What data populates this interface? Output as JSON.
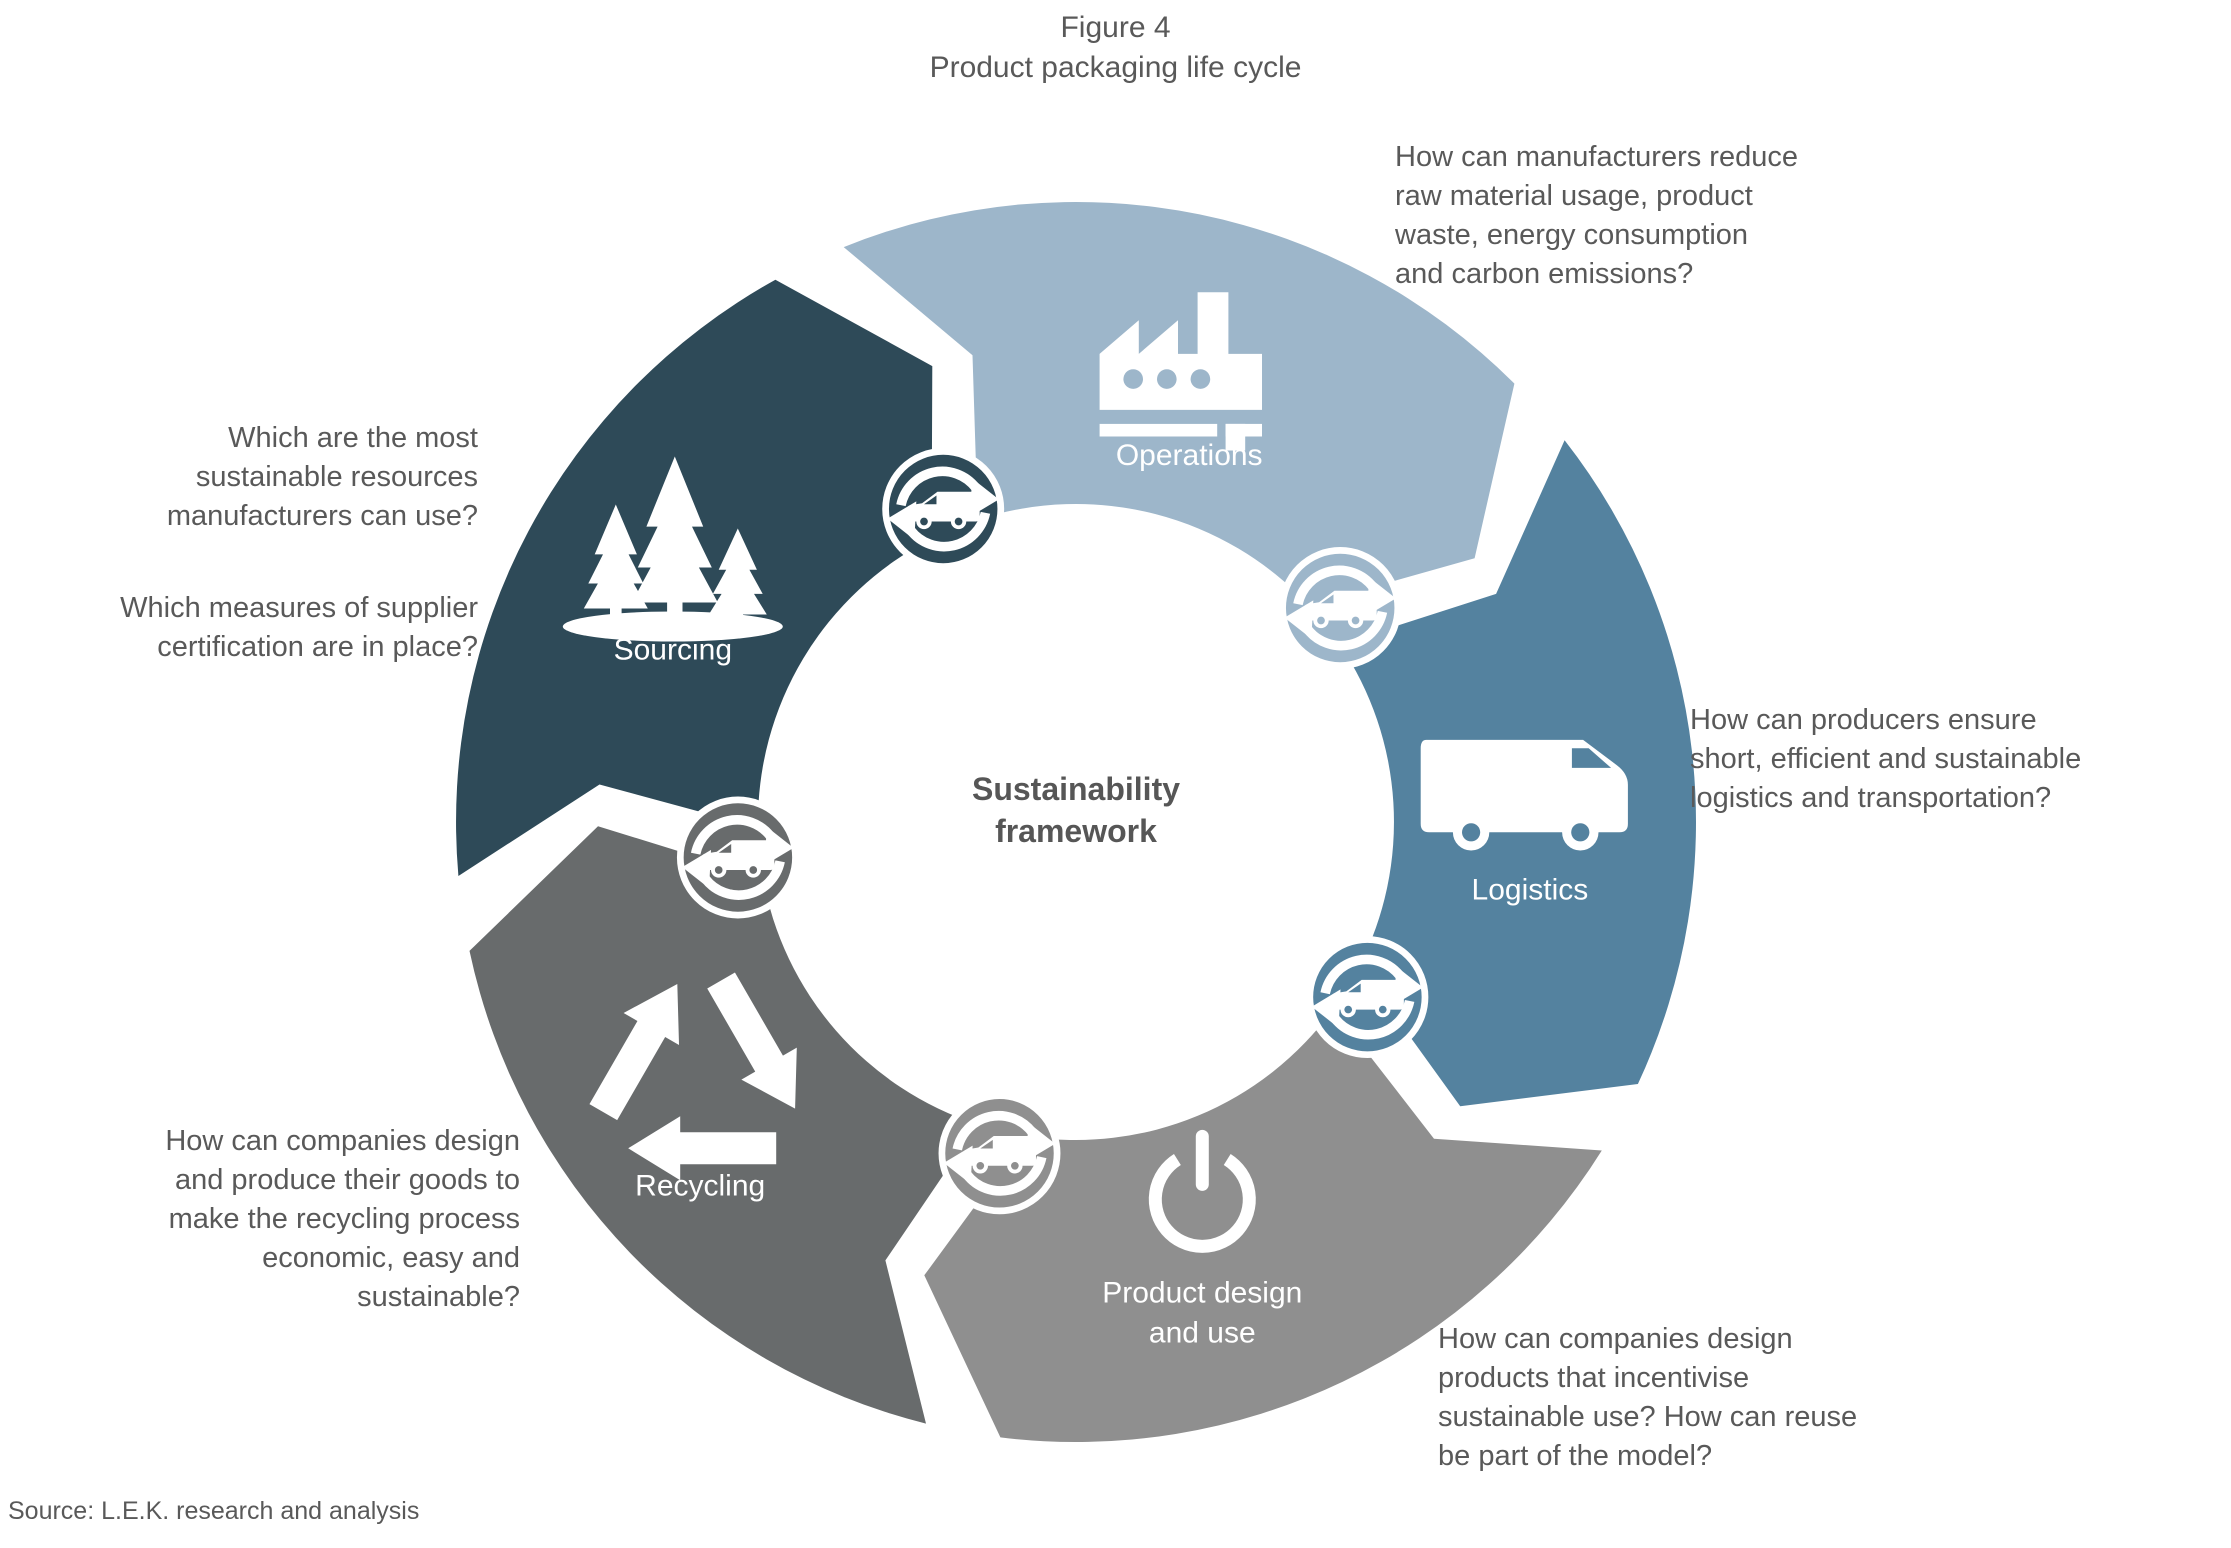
{
  "figure": {
    "label": "Figure 4",
    "title": "Product packaging life cycle"
  },
  "center_label": "Sustainability\nframework",
  "source": "Source: L.E.K. research and analysis",
  "colors": {
    "text": "#595959",
    "background": "#FFFFFF",
    "white": "#FFFFFF"
  },
  "segments": [
    {
      "name": "Operations",
      "color": "#9DB6CA",
      "icon": "factory-icon",
      "questions": [
        "How can manufacturers reduce\nraw material usage, product\nwaste, energy consumption\nand carbon emissions?"
      ]
    },
    {
      "name": "Logistics",
      "color": "#54829F",
      "icon": "delivery-van-icon",
      "questions": [
        "How can producers ensure\nshort, efficient and sustainable\nlogistics and transportation?"
      ]
    },
    {
      "name": "Product design\nand use",
      "color": "#8F8F8F",
      "icon": "power-icon",
      "questions": [
        "How can companies design\nproducts that incentivise\nsustainable use? How can reuse\nbe part of the model?"
      ]
    },
    {
      "name": "Recycling",
      "color": "#686B6C",
      "icon": "recycle-icon",
      "questions": [
        "How can companies design\nand produce their goods to\nmake the recycling process\neconomic, easy and\nsustainable?"
      ]
    },
    {
      "name": "Sourcing",
      "color": "#2E4A58",
      "icon": "pine-trees-icon",
      "questions": [
        "Which are the most\nsustainable resources\nmanufacturers can use?",
        "Which measures of supplier\ncertification are in place?"
      ]
    }
  ],
  "connector_icon": "truck-cycle-icon"
}
